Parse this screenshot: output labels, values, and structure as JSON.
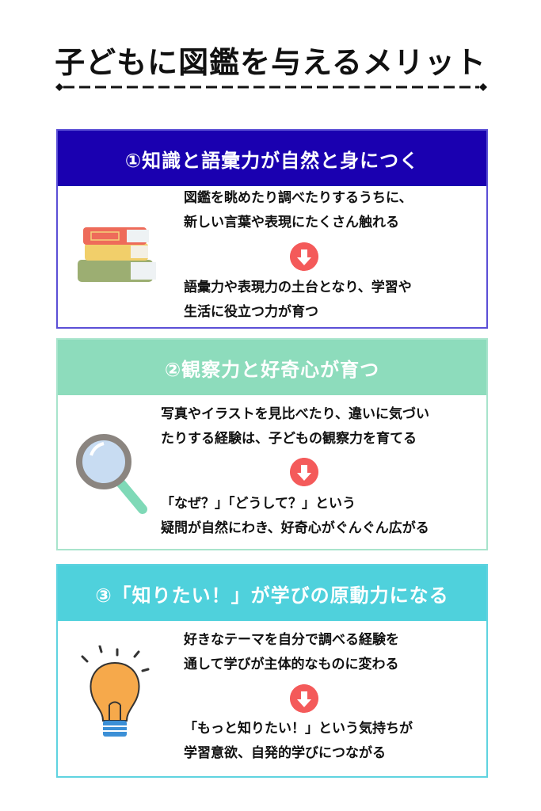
{
  "title": "子どもに図鑑を与えるメリット",
  "cards": [
    {
      "heading": "①知識と語彙力が自然と身につく",
      "before": [
        "図鑑を眺めたり調べたりするうちに、",
        "新しい言葉や表現にたくさん触れる"
      ],
      "after": [
        "語彙力や表現力の土台となり、学習や",
        "生活に役立つ力が育つ"
      ],
      "header_color": "#1a00b0",
      "border_color": "#5b4fd6",
      "icon": "books-icon"
    },
    {
      "heading": "②観察力と好奇心が育つ",
      "before": [
        "写真やイラストを見比べたり、違いに気づい",
        "たりする経験は、子どもの観察力を育てる"
      ],
      "after": [
        "「なぜ？」「どうして？」という",
        "疑問が自然にわき、好奇心がぐんぐん広がる"
      ],
      "header_color": "#8ddcbc",
      "border_color": "#a8e4cc",
      "icon": "magnifier-icon"
    },
    {
      "heading": "③「知りたい！」が学びの原動力になる",
      "before": [
        "好きなテーマを自分で調べる経験を",
        "通して学びが主体的なものに変わる"
      ],
      "after": [
        "「もっと知りたい！」という気持ちが",
        "学習意欲、自発的学びにつながる"
      ],
      "header_color": "#4fd1dc",
      "border_color": "#5fd3e0",
      "icon": "lightbulb-icon"
    }
  ],
  "arrow_color": "#f45a5a"
}
